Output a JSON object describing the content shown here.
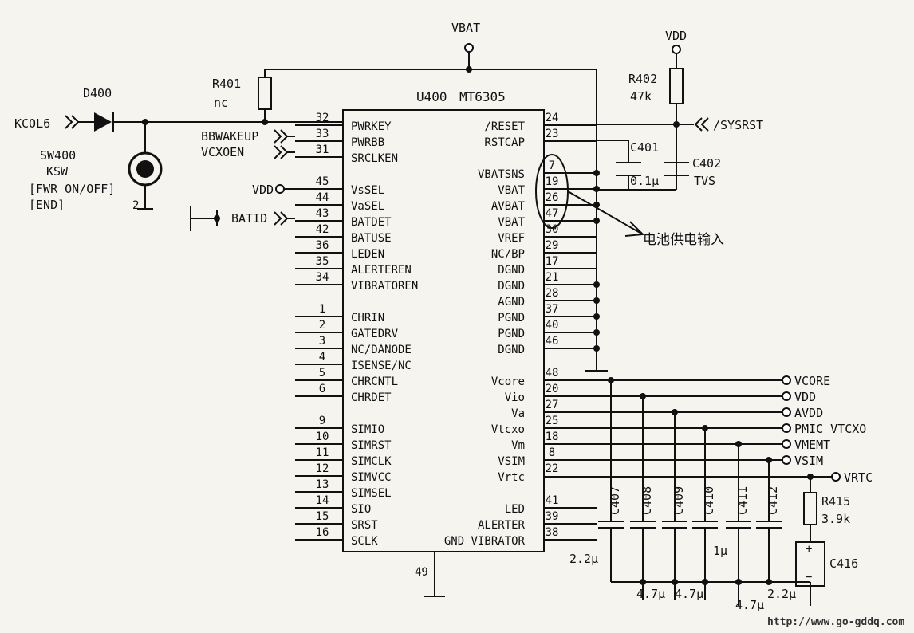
{
  "chip": {
    "designator": "U400",
    "part": "MT6305",
    "gnd_pin": "49"
  },
  "left_pins": [
    {
      "num": "32",
      "name": "PWRKEY"
    },
    {
      "num": "33",
      "name": "PWRBB"
    },
    {
      "num": "31",
      "name": "SRCLKEN"
    },
    {
      "num": "45",
      "name": "VsSEL"
    },
    {
      "num": "44",
      "name": "VaSEL"
    },
    {
      "num": "43",
      "name": "BATDET"
    },
    {
      "num": "42",
      "name": "BATUSE"
    },
    {
      "num": "36",
      "name": "LEDEN"
    },
    {
      "num": "35",
      "name": "ALERTEREN"
    },
    {
      "num": "34",
      "name": "VIBRATOREN"
    },
    {
      "num": "1",
      "name": "CHRIN"
    },
    {
      "num": "2",
      "name": "GATEDRV"
    },
    {
      "num": "3",
      "name": "NC/DANODE"
    },
    {
      "num": "4",
      "name": "ISENSE/NC"
    },
    {
      "num": "5",
      "name": "CHRCNTL"
    },
    {
      "num": "6",
      "name": "CHRDET"
    },
    {
      "num": "9",
      "name": "SIMIO"
    },
    {
      "num": "10",
      "name": "SIMRST"
    },
    {
      "num": "11",
      "name": "SIMCLK"
    },
    {
      "num": "12",
      "name": "SIMVCC"
    },
    {
      "num": "13",
      "name": "SIMSEL"
    },
    {
      "num": "14",
      "name": "SIO"
    },
    {
      "num": "15",
      "name": "SRST"
    },
    {
      "num": "16",
      "name": "SCLK"
    }
  ],
  "right_pins": [
    {
      "num": "24",
      "name": "/RESET"
    },
    {
      "num": "23",
      "name": "RSTCAP"
    },
    {
      "num": "7",
      "name": "VBATSNS"
    },
    {
      "num": "19",
      "name": "VBAT"
    },
    {
      "num": "26",
      "name": "AVBAT"
    },
    {
      "num": "47",
      "name": "VBAT"
    },
    {
      "num": "30",
      "name": "VREF"
    },
    {
      "num": "29",
      "name": "NC/BP"
    },
    {
      "num": "17",
      "name": "DGND"
    },
    {
      "num": "21",
      "name": "DGND"
    },
    {
      "num": "28",
      "name": "AGND"
    },
    {
      "num": "37",
      "name": "PGND"
    },
    {
      "num": "40",
      "name": "PGND"
    },
    {
      "num": "46",
      "name": "DGND"
    },
    {
      "num": "48",
      "name": "Vcore"
    },
    {
      "num": "20",
      "name": "Vio"
    },
    {
      "num": "27",
      "name": "Va"
    },
    {
      "num": "25",
      "name": "Vtcxo"
    },
    {
      "num": "18",
      "name": "Vm"
    },
    {
      "num": "8",
      "name": "VSIM"
    },
    {
      "num": "22",
      "name": "Vrtc"
    },
    {
      "num": "41",
      "name": "LED"
    },
    {
      "num": "39",
      "name": "ALERTER"
    },
    {
      "num": "38",
      "name": "GND VIBRATOR"
    }
  ],
  "nets": {
    "vbat": "VBAT",
    "vdd_top": "VDD",
    "sysrst": "/SYSRST",
    "kcol6": "KCOL6",
    "bbwakeup": "BBWAKEUP",
    "vcxoen": "VCXOEN",
    "vdd_left": "VDD",
    "batid": "BATID",
    "rail_vcore": "VCORE",
    "rail_vdd": "VDD",
    "rail_avdd": "AVDD",
    "rail_pmic": "PMIC VTCXO",
    "rail_vmemt": "VMEMT",
    "rail_vsim": "VSIM",
    "vrtc": "VRTC"
  },
  "components": {
    "d400": "D400",
    "sw400": "SW400",
    "ksw": "KSW",
    "sw_note1": "[FWR ON/OFF]",
    "sw_note2": "[END]",
    "sw_pin": "2",
    "r401": "R401",
    "r401_val": "nc",
    "r402": "R402",
    "r402_val": "47k",
    "c401": "C401",
    "c401_val": "0.1μ",
    "c402": "C402",
    "c402_val": "TVS",
    "r415": "R415",
    "r415_val": "3.9k",
    "c416": "C416",
    "caps": [
      "C407",
      "C408",
      "C409",
      "C410",
      "C411",
      "C412"
    ],
    "val_22u_a": "2.2μ",
    "val_47u_a": "4.7μ",
    "val_47u_b": "4.7μ",
    "val_1u": "1μ",
    "val_47u_c": "4.7μ",
    "val_22u_b": "2.2μ"
  },
  "annotation": "电池供电输入",
  "watermark": "http://www.go-gddq.com"
}
